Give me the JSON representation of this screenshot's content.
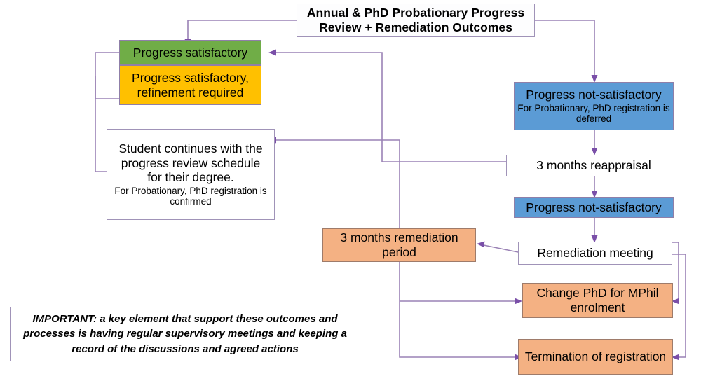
{
  "diagram": {
    "title": "Annual & PhD Probationary Progress Review + Remediation Outcomes",
    "palette": {
      "satisfactory_green": "#70AD47",
      "refinement_amber": "#FFC000",
      "not_satisfactory_blue": "#5B9BD5",
      "remediation_peach": "#F4B183",
      "plain_white": "#FFFFFF",
      "connector_purple": "#9A82B5",
      "arrowhead_purple": "#7A4FA8",
      "border_lavender": "#A093B8"
    },
    "nodes": {
      "title_box": {
        "label": "Annual & PhD Probationary Progress Review + Remediation Outcomes"
      },
      "progress_satisfactory": {
        "label": "Progress satisfactory"
      },
      "progress_satisfactory_refinement": {
        "label": "Progress satisfactory, refinement required"
      },
      "student_continues": {
        "main": "Student continues with the progress review schedule for their degree.",
        "sub": "For Probationary, PhD registration is confirmed"
      },
      "not_satisfactory_first": {
        "main": "Progress not-satisfactory",
        "sub": "For Probationary, PhD registration is deferred"
      },
      "three_months_reappraisal": {
        "label": "3 months reappraisal"
      },
      "not_satisfactory_second": {
        "label": "Progress not-satisfactory"
      },
      "remediation_meeting": {
        "label": "Remediation meeting"
      },
      "three_months_remediation": {
        "label": "3 months remediation period"
      },
      "change_phd_mphil": {
        "label": "Change PhD for MPhil enrolment"
      },
      "termination": {
        "label": "Termination of registration"
      },
      "important_note": {
        "label": "IMPORTANT: a key element that support these outcomes and processes is having regular supervisory meetings and keeping a record of the discussions and agreed actions"
      }
    }
  }
}
